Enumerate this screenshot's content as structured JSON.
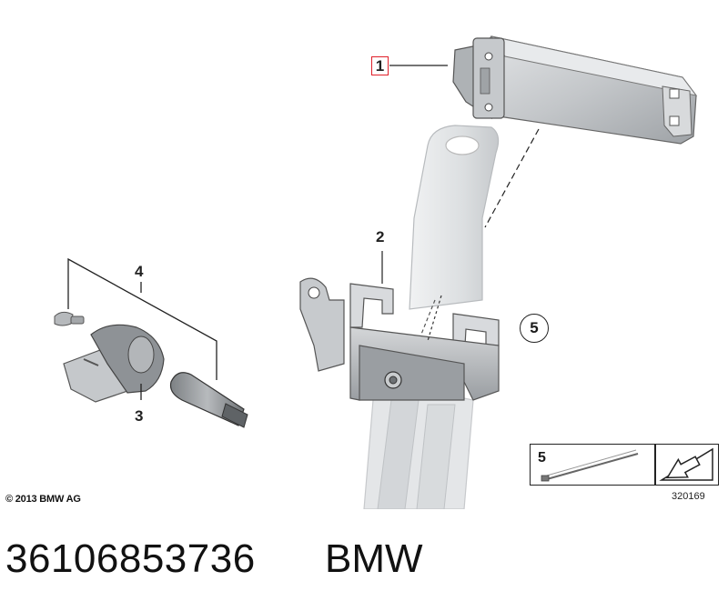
{
  "callouts": {
    "sensor_module": "1",
    "holder": "2",
    "tpms_sensor": "3",
    "valve_kit": "4",
    "cable_tie": "5"
  },
  "legend": {
    "item_number": "5",
    "drawing_number": "320169"
  },
  "copyright": "© 2013 BMW AG",
  "footer": {
    "part_number": "36106853736",
    "brand": "BMW"
  },
  "colors": {
    "highlight": "#e0202a",
    "part_fill": "#b9bcc0",
    "part_light": "#dfe1e3"
  }
}
